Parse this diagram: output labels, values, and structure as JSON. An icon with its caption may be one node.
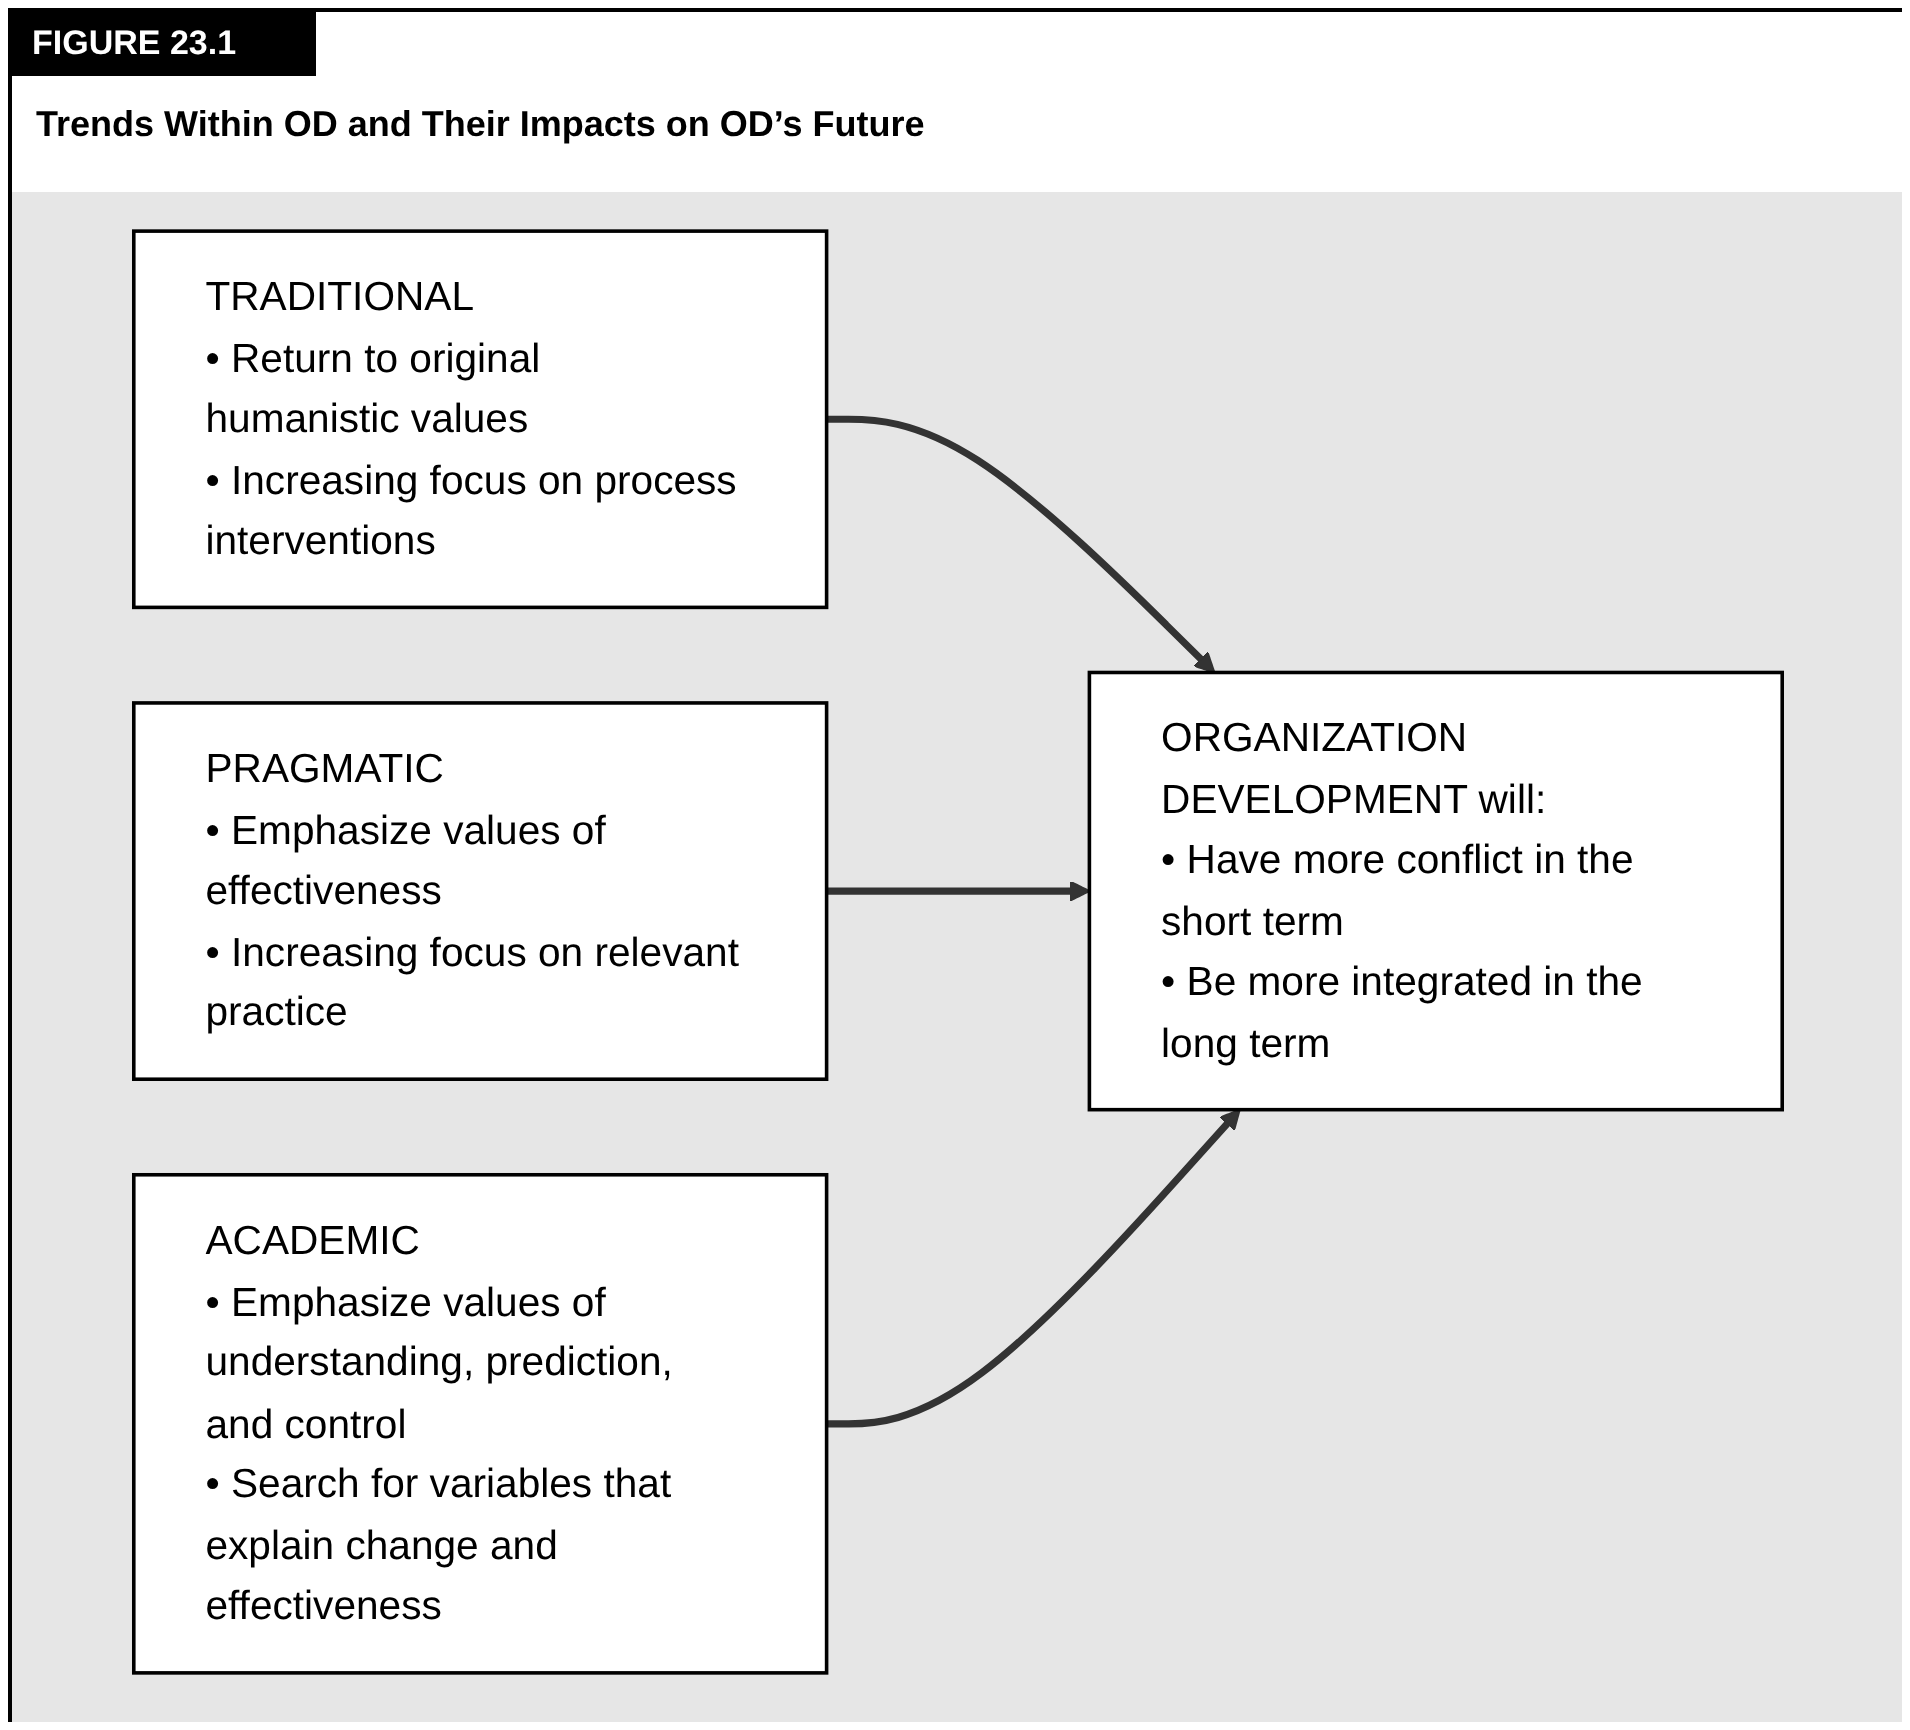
{
  "diagram": {
    "title": "Trends Within OD and Their Impacts on OD’s Future",
    "nodes": [
      {
        "text": [
          "TRADITIONAL",
          "• Return to original humanistic values",
          "• Increasing focus on process interventions"
        ]
      },
      {
        "text": [
          "PRAGMATIC",
          "• Emphasize values of effectiveness",
          "• Increasing focus on relevant practice"
        ]
      },
      {
        "text": [
          "ACADEMIC",
          "• Emphasize values of understanding, prediction, and control",
          "• Search for variables that explain change and effectiveness"
        ]
      },
      {
        "text": [
          "ORGANIZATION DEVELOPMENT will:",
          "• Have more conflict in the short term",
          "• Be more integrated in the long term"
        ]
      }
    ],
    "edges": [
      {
        "from": 0,
        "to": 3,
        "arrow": "to"
      },
      {
        "from": 1,
        "to": 3,
        "arrow": "to"
      },
      {
        "from": 2,
        "to": 3,
        "arrow": "to"
      }
    ],
    "labels": [
      "FIGURE 23.1"
    ]
  }
}
